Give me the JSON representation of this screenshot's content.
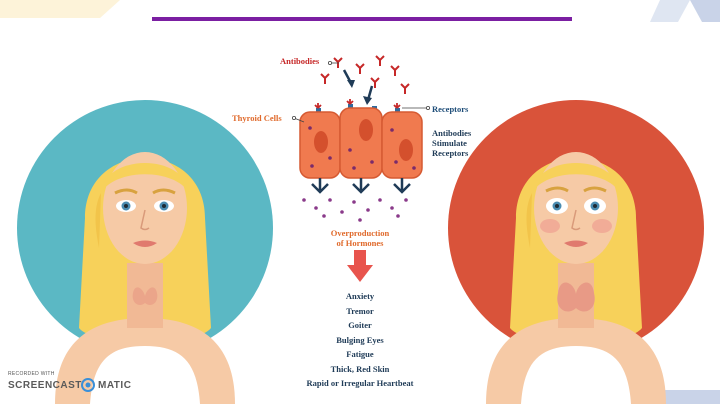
{
  "diagram": {
    "labels": {
      "antibodies": "Antibodies",
      "thyroid_cells": "Thyroid Cells",
      "receptors": "Receptors",
      "antibodies_stimulate_line1": "Antibodies",
      "antibodies_stimulate_line2": "Stimulate",
      "antibodies_stimulate_line3": "Receptors",
      "overproduction_line1": "Overproduction",
      "overproduction_line2": "of Hormones"
    },
    "symptoms": [
      "Anxiety",
      "Tremor",
      "Goiter",
      "Bulging Eyes",
      "Fatigue",
      "Thick, Red Skin",
      "Rapid or Irregular Heartbeat"
    ]
  },
  "watermark": {
    "recorded_with": "RECORDED WITH",
    "brand_left": "SCREENCAST",
    "brand_right": "MATIC"
  },
  "colors": {
    "header_bar": "#7b1fa2",
    "left_circle": "#5bb8c4",
    "right_circle": "#d9533a",
    "cell_fill": "#f07a4f",
    "hair": "#f7d15a",
    "skin": "#f6caa6",
    "thyroid_label": "#e06a2c",
    "antibody_label": "#c62828",
    "text_dark": "#1f3b57"
  }
}
